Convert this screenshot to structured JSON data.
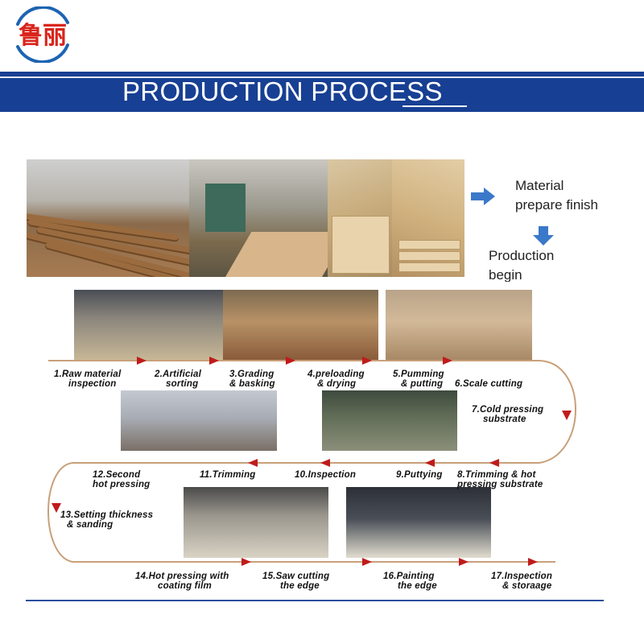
{
  "header": {
    "logo_text": "鲁丽",
    "title": "PRODUCTION PROCESS"
  },
  "colors": {
    "banner": "#173f93",
    "logo_red": "#d9251c",
    "logo_blue": "#1d64b2",
    "arrow_blue": "#3a78c9",
    "flow_red": "#c01b1b"
  },
  "intro": {
    "material_text_line1": "Material",
    "material_text_line2": "prepare finish",
    "production_text_line1": "Production",
    "production_text_line2": "begin"
  },
  "steps": [
    {
      "line1": "1.Raw material",
      "line2": "inspection"
    },
    {
      "line1": "2.Artificial",
      "line2": "sorting"
    },
    {
      "line1": "3.Grading",
      "line2": "& basking"
    },
    {
      "line1": "4.preloading",
      "line2": "& drying"
    },
    {
      "line1": "5.Pumming",
      "line2": "& putting"
    },
    {
      "line1": "6.Scale cutting",
      "line2": ""
    },
    {
      "line1": "7.Cold pressing",
      "line2": "substrate"
    },
    {
      "line1": "8.Trimming & hot",
      "line2": "pressing substrate"
    },
    {
      "line1": "9.Puttying",
      "line2": ""
    },
    {
      "line1": "10.Inspection",
      "line2": ""
    },
    {
      "line1": "11.Trimming",
      "line2": ""
    },
    {
      "line1": "12.Second",
      "line2": "hot pressing"
    },
    {
      "line1": "13.Setting thickness",
      "line2": "& sanding"
    },
    {
      "line1": "14.Hot pressing with",
      "line2": "coating film"
    },
    {
      "line1": "15.Saw cutting",
      "line2": "the edge"
    },
    {
      "line1": "16.Painting",
      "line2": "the edge"
    },
    {
      "line1": "17.Inspection",
      "line2": "& storaage"
    }
  ]
}
